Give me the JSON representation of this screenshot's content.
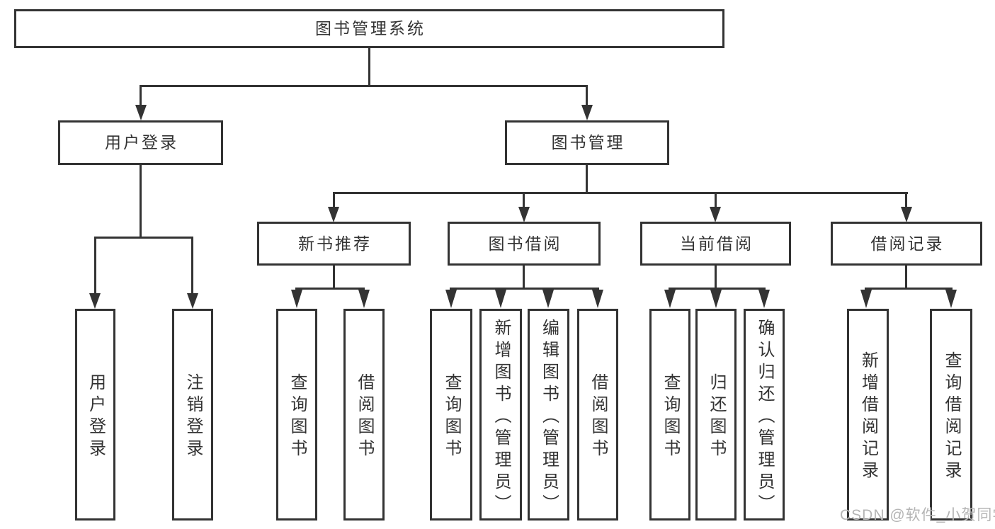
{
  "tree": {
    "root": {
      "label": "图书管理系统"
    },
    "branches": [
      {
        "label": "用户登录",
        "children": [
          {
            "label": "用户登录"
          },
          {
            "label": "注销登录"
          }
        ]
      },
      {
        "label": "图书管理",
        "children": [
          {
            "label": "新书推荐",
            "children": [
              {
                "label": "查询图书"
              },
              {
                "label": "借阅图书"
              }
            ]
          },
          {
            "label": "图书借阅",
            "children": [
              {
                "label": "查询图书"
              },
              {
                "label": "新增图书（管理员）"
              },
              {
                "label": "编辑图书（管理员）"
              },
              {
                "label": "借阅图书"
              }
            ]
          },
          {
            "label": "当前借阅",
            "children": [
              {
                "label": "查询图书"
              },
              {
                "label": "归还图书"
              },
              {
                "label": "确认归还（管理员）"
              }
            ]
          },
          {
            "label": "借阅记录",
            "children": [
              {
                "label": "新增借阅记录"
              },
              {
                "label": "查询借阅记录"
              }
            ]
          }
        ]
      }
    ]
  },
  "watermark": {
    "text": "CSDN @软件_小贺同学"
  },
  "colors": {
    "line": "#333333",
    "box_background": "#ffffff",
    "text": "#333333",
    "watermark": "#b5b5b5",
    "page_background": "#ffffff"
  }
}
